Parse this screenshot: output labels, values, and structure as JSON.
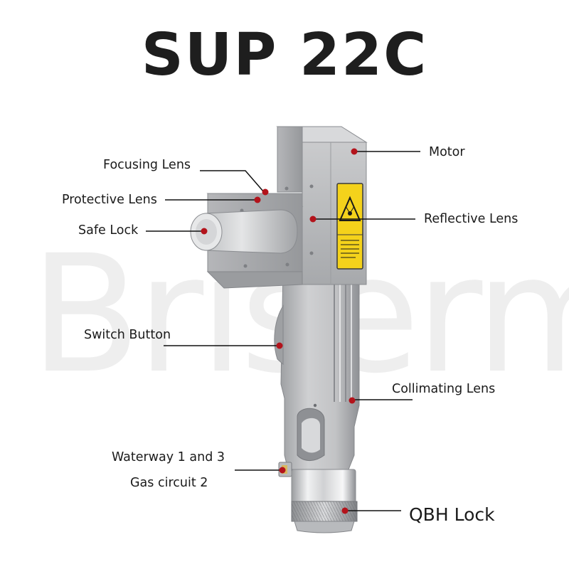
{
  "title": "SUP 22C",
  "watermark": "Briserm",
  "labels": {
    "motor": "Motor",
    "focusing_lens": "Focusing Lens",
    "protective_lens": "Protective Lens",
    "reflective_lens": "Reflective Lens",
    "safe_lock": "Safe Lock",
    "switch_button": "Switch Button",
    "collimating_lens": "Collimating Lens",
    "waterway": "Waterway 1 and 3",
    "gas_circuit": "Gas circuit 2",
    "qbh_lock": "QBH Lock"
  },
  "colors": {
    "marker": "#b3131b",
    "body_light": "#c9cacc",
    "body_mid": "#a9abae",
    "body_dark": "#8d8f93",
    "warning": "#f4d21b"
  },
  "icons": {
    "laser_warning": "laser-hazard-triangle-icon"
  }
}
